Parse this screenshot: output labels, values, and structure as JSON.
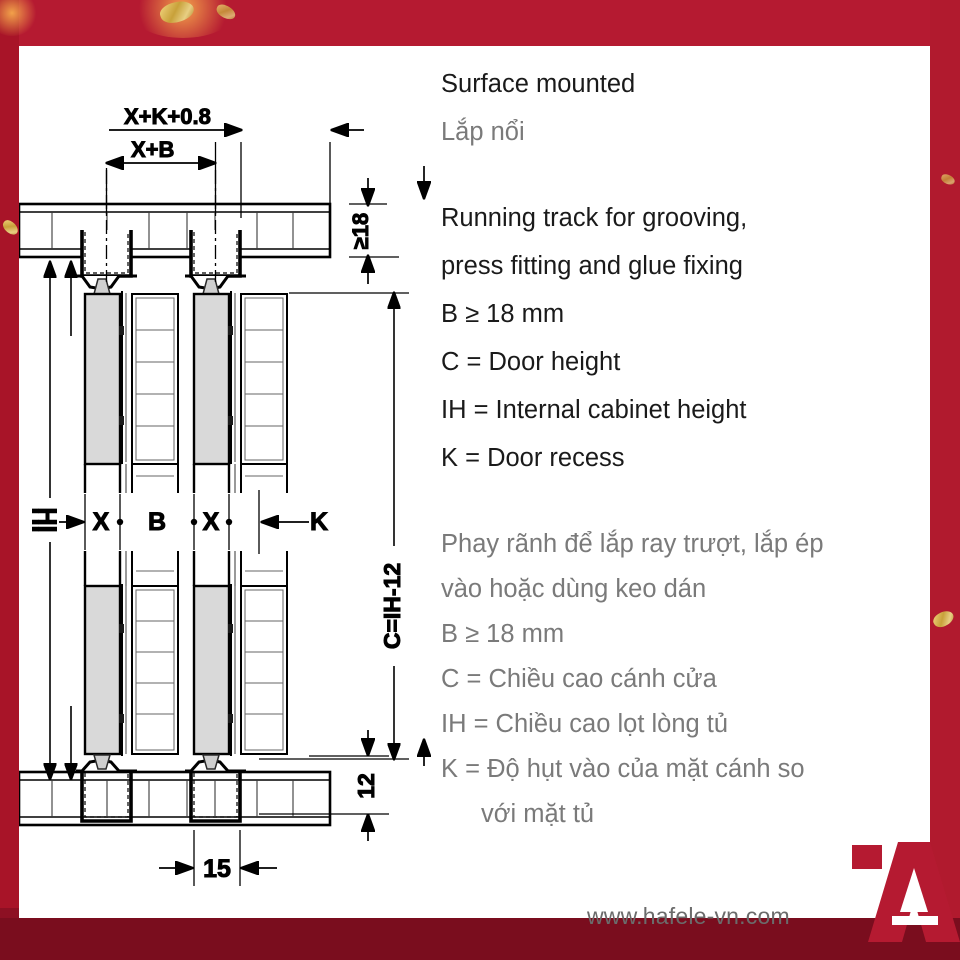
{
  "frame": {
    "accent_red": "#b51a31",
    "accent_red_dark": "#7a0d1e",
    "side_red": "#a81428"
  },
  "info": {
    "title_en": "Surface mounted",
    "title_vi": "Lắp nổi",
    "en": [
      "Running track for grooving,",
      "press fitting and glue fixing",
      "B ≥ 18 mm",
      "C = Door height",
      "IH = Internal cabinet height",
      "K = Door recess"
    ],
    "vi": [
      "Phay rãnh để lắp ray trượt, lắp ép",
      "vào hoặc dùng keo dán",
      "B ≥ 18 mm",
      "C = Chiều cao cánh cửa",
      "IH = Chiều cao lọt lòng tủ",
      "K = Độ hụt vào của mặt cánh so",
      "với mặt tủ"
    ]
  },
  "footer": {
    "website": "www.hafele-vn.com",
    "logo_color": "#b51a31",
    "logo_letter": "A"
  },
  "drawing": {
    "title": "Surface mounted running track section",
    "dimensions": {
      "top_outer": "X+K+0.8",
      "top_inner": "X+B",
      "top_right_vertical": "≥18",
      "left_vertical": "IH",
      "mid_left_x": "X",
      "mid_center_b": "B",
      "mid_right_x": "X",
      "mid_recess_k": "K",
      "right_vertical": "C=IH-12",
      "bottom_horizontal": "15",
      "bottom_right_vertical": "12"
    },
    "colors": {
      "line": "#000000",
      "panel_fill": "#d9d9d9",
      "thin_line": "#4a4a4a"
    }
  }
}
